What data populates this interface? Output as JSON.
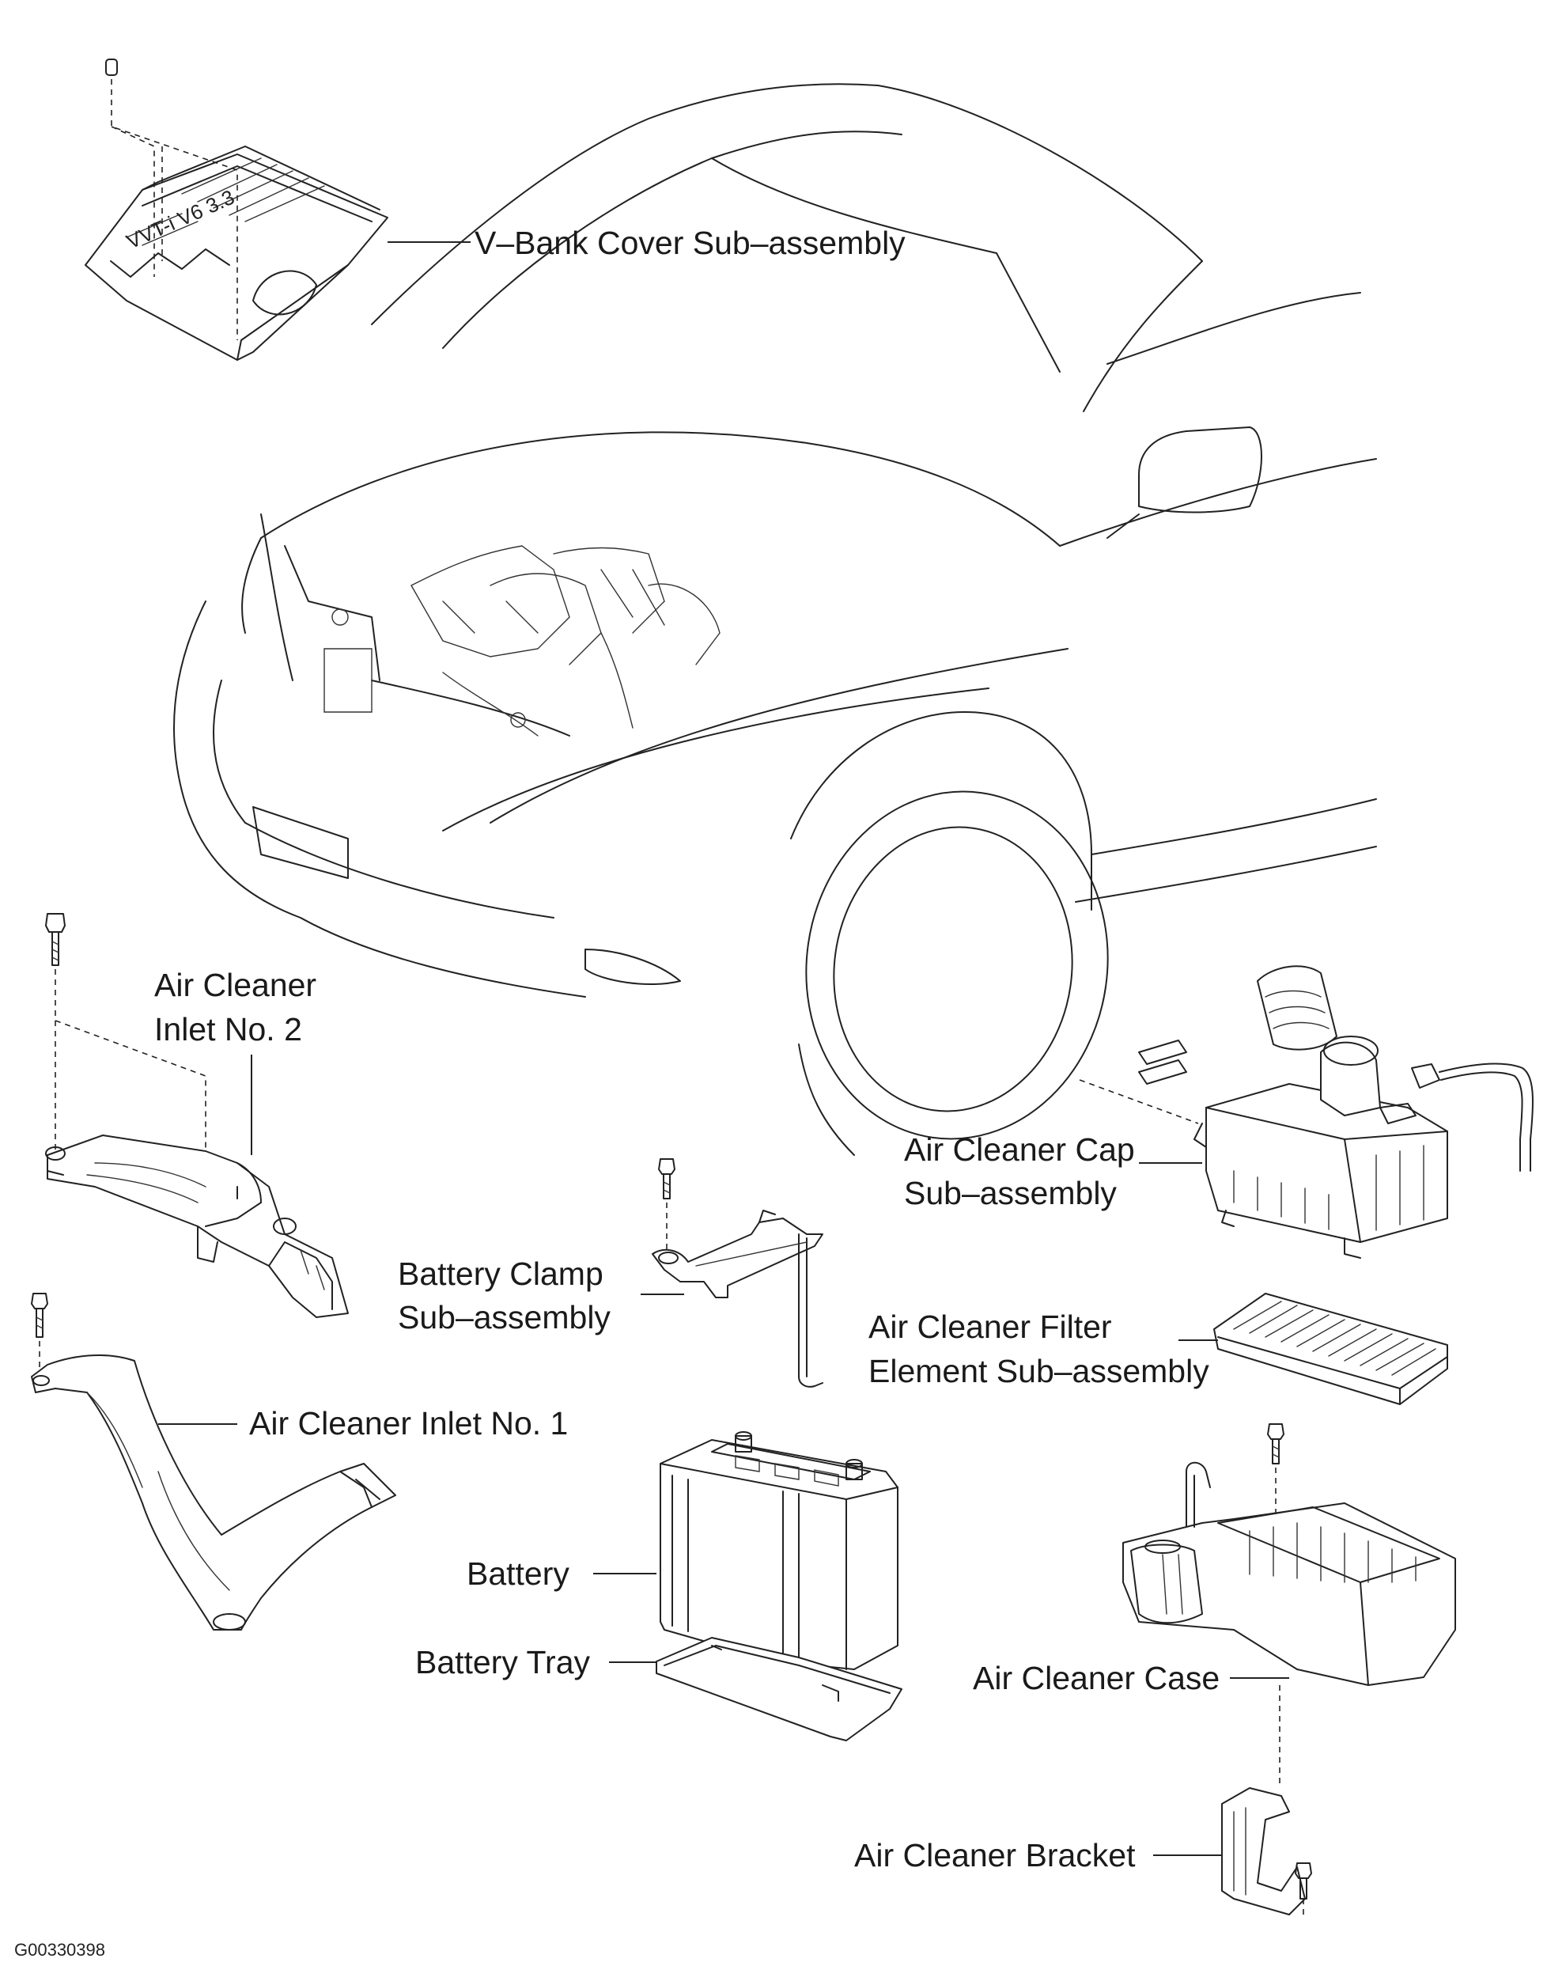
{
  "labels": {
    "v_bank_cover": "V–Bank Cover Sub–assembly",
    "inlet2_line1": "Air Cleaner",
    "inlet2_line2": "Inlet No. 2",
    "cap_line1": "Air Cleaner Cap",
    "cap_line2": "Sub–assembly",
    "clamp_line1": "Battery Clamp",
    "clamp_line2": "Sub–assembly",
    "filter_line1": "Air Cleaner Filter",
    "filter_line2": "Element Sub–assembly",
    "inlet1": "Air Cleaner Inlet No. 1",
    "battery": "Battery",
    "battery_tray": "Battery Tray",
    "case": "Air Cleaner Case",
    "bracket": "Air Cleaner Bracket",
    "figure_code": "G00330398"
  }
}
